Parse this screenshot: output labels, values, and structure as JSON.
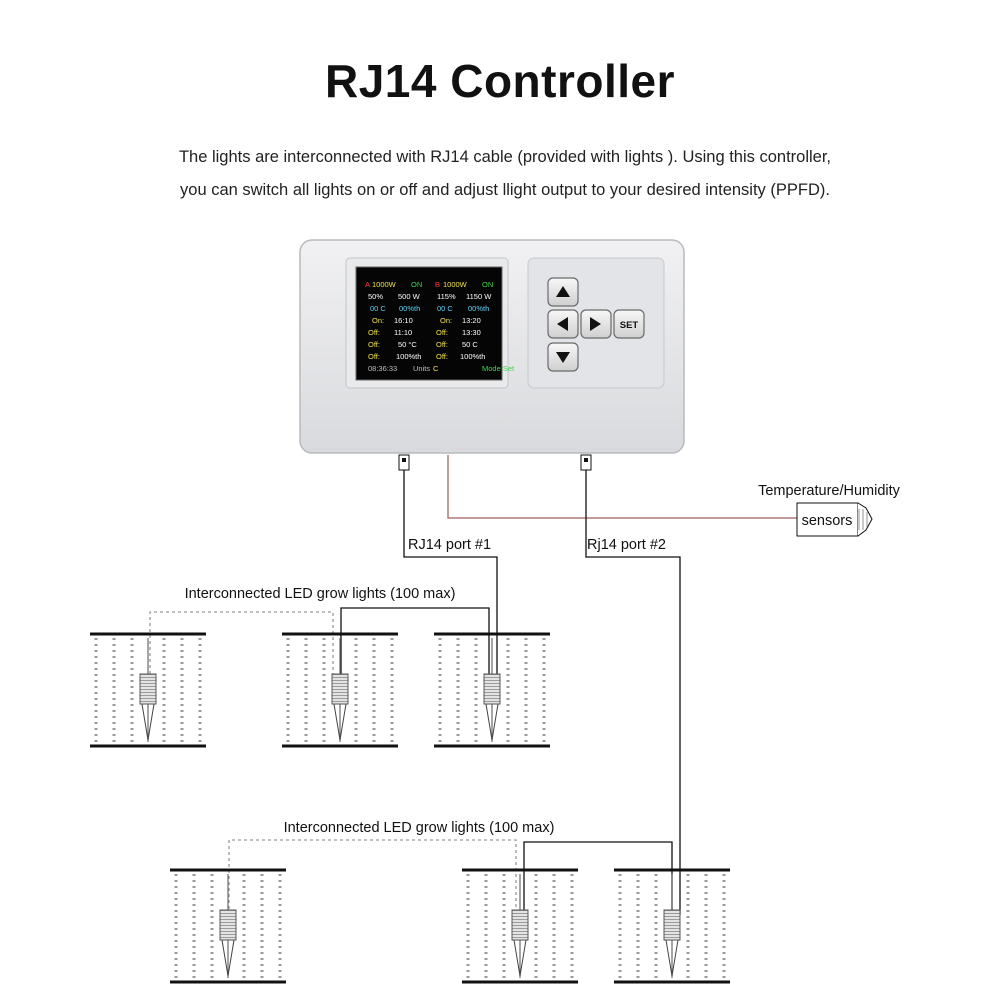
{
  "title": "RJ14 Controller",
  "description": {
    "line1": "The lights are interconnected with RJ14 cable (provided with lights ). Using this controller,",
    "line2": "you can switch all lights on or off and adjust llight output to your desired intensity (PPFD)."
  },
  "controller": {
    "screen": {
      "channel_a": {
        "letter": "A",
        "power": "1000W",
        "state": "ON",
        "percent": "50%",
        "watts": "500 W",
        "temp": "00 C",
        "hum": "00%th",
        "on_label": "On:",
        "on_time": "16:10",
        "off_label": "Off:",
        "off_time": "11:10",
        "off2_label": "Off:",
        "off2_val": "50 °C",
        "off3_label": "Off:",
        "off3_val": "100%th"
      },
      "channel_b": {
        "letter": "B",
        "power": "1000W",
        "state": "ON",
        "percent": "115%",
        "watts": "1150 W",
        "temp": "00 C",
        "hum": "00%th",
        "on_label": "On:",
        "on_time": "13:20",
        "off_label": "Off:",
        "off_time": "13:30",
        "off2_label": "Off:",
        "off2_val": "50 C",
        "off3_label": "Off:",
        "off3_val": "100%th"
      },
      "clock": "08:36:33",
      "units_label": "Units",
      "units_value": "C",
      "mode_label": "Mode Set"
    },
    "buttons": {
      "set_label": "SET"
    }
  },
  "labels": {
    "sensor_title": "Temperature/Humidity",
    "sensor_box": "sensors",
    "port1": "RJ14 port #1",
    "port2": "Rj14 port #2",
    "group1": "Interconnected LED grow lights (100 max)",
    "group2": "Interconnected LED grow lights (100 max)"
  },
  "colors": {
    "screen_red": "#ff3b3b",
    "screen_green": "#3cd84a",
    "screen_yellow": "#f2e640",
    "screen_cyan": "#5ad6ff",
    "sensor_cable": "#b07878"
  }
}
